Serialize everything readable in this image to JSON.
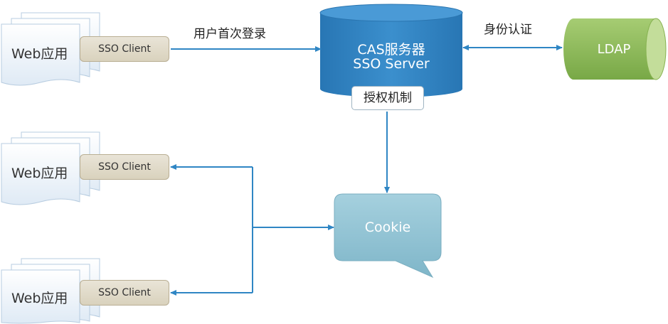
{
  "apps": [
    {
      "label": "Web应用",
      "client_label": "SSO Client"
    },
    {
      "label": "Web应用",
      "client_label": "SSO Client"
    },
    {
      "label": "Web应用",
      "client_label": "SSO Client"
    }
  ],
  "server": {
    "line1": "CAS服务器",
    "line2": "SSO Server",
    "auth_tag": "授权机制"
  },
  "ldap": {
    "label": "LDAP"
  },
  "cookie": {
    "label": "Cookie"
  },
  "edges": {
    "first_login": "用户首次登录",
    "identity_auth": "身份认证"
  },
  "colors": {
    "server": "#2e7fbf",
    "ldap": "#8bb955",
    "cookie": "#8ec1d2",
    "arrow": "#2f86c4",
    "client": "#e2dccb"
  }
}
